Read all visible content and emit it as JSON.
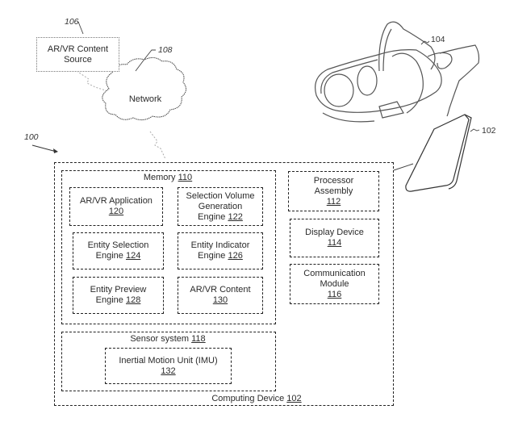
{
  "figure": {
    "system_ref": "100",
    "content_source": {
      "ref": "106",
      "line1": "AR/VR Content",
      "line2": "Source"
    },
    "network": {
      "ref": "108",
      "label": "Network"
    },
    "headset": {
      "ref": "104"
    },
    "phone": {
      "ref": "102"
    },
    "computing_device": {
      "label": "Computing Device",
      "ref": "102"
    },
    "memory": {
      "label": "Memory",
      "ref": "110",
      "modules": [
        {
          "lines": [
            "AR/VR Application"
          ],
          "ref": "120"
        },
        {
          "lines": [
            "Selection Volume",
            "Generation",
            "Engine"
          ],
          "ref": "122"
        },
        {
          "lines": [
            "Entity Selection",
            "Engine"
          ],
          "ref": "124"
        },
        {
          "lines": [
            "Entity Indicator",
            "Engine"
          ],
          "ref": "126"
        },
        {
          "lines": [
            "Entity Preview",
            "Engine"
          ],
          "ref": "128"
        },
        {
          "lines": [
            "AR/VR Content"
          ],
          "ref": "130"
        }
      ]
    },
    "side_components": [
      {
        "lines": [
          "Processor",
          "Assembly"
        ],
        "ref": "112"
      },
      {
        "lines": [
          "Display Device"
        ],
        "ref": "114"
      },
      {
        "lines": [
          "Communication",
          "Module"
        ],
        "ref": "116"
      }
    ],
    "sensor_system": {
      "label": "Sensor system",
      "ref": "118",
      "imu": {
        "label": "Inertial Motion Unit (IMU)",
        "ref": "132"
      }
    }
  }
}
